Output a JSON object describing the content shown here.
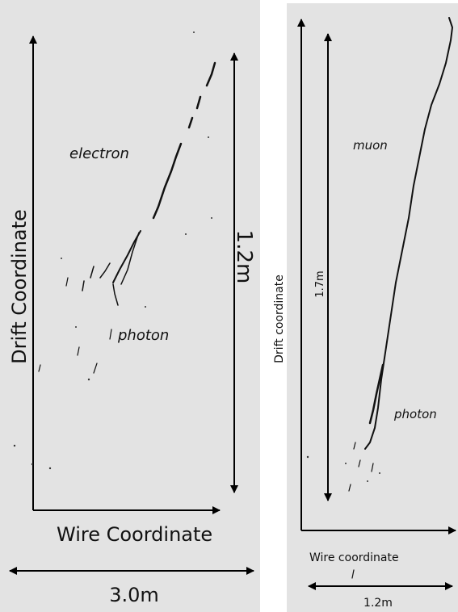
{
  "left_panel": {
    "y_axis_label": "Drift Coordinate",
    "x_axis_label": "Wire Coordinate",
    "height_label": "1.2m",
    "width_label": "3.0m",
    "track_labels": {
      "electron": "electron",
      "photon": "photon"
    }
  },
  "right_panel": {
    "y_axis_label": "Drift coordinate",
    "x_axis_label": "Wire coordinate",
    "height_label": "1.7m",
    "width_label": "1.2m",
    "track_labels": {
      "muon": "muon",
      "photon": "photon"
    }
  },
  "colors": {
    "background": "#e3e3e3",
    "ink": "#111111"
  }
}
